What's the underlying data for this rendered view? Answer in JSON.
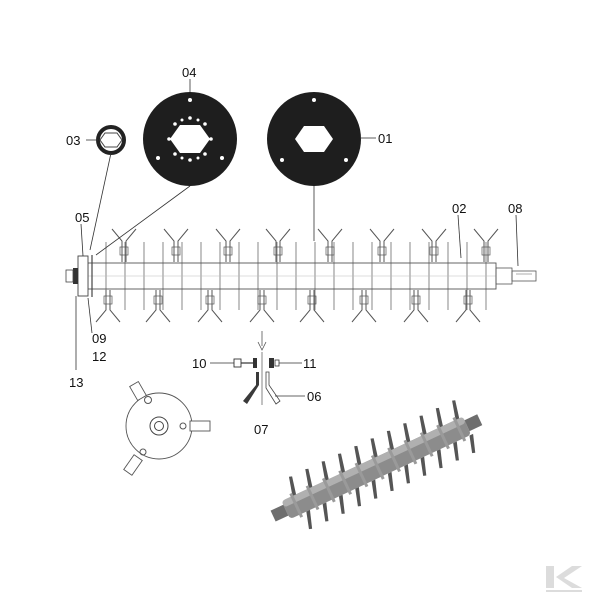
{
  "labels": {
    "p01": "01",
    "p02": "02",
    "p03": "03",
    "p04": "04",
    "p05": "05",
    "p06": "06",
    "p07": "07",
    "p08": "08",
    "p09": "09",
    "p10": "10",
    "p11": "11",
    "p12": "12",
    "p13": "13"
  },
  "colors": {
    "disc": "#1e1e1e",
    "line": "#555555",
    "render_dark": "#555555",
    "render_light": "#9a9a9a",
    "watermark": "#dcdcdc"
  },
  "icons": {
    "watermark": "brand-k-logo-icon"
  }
}
